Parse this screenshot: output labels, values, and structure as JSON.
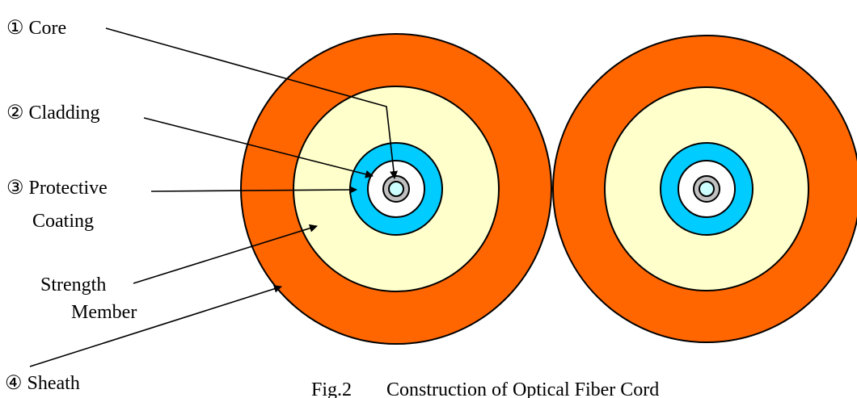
{
  "labels": {
    "core": "① Core",
    "cladding": "② Cladding",
    "protective_line1": "③ Protective",
    "protective_line2": "Coating",
    "strength_line1": "Strength",
    "strength_line2": "Member",
    "sheath": "④ Sheath"
  },
  "caption": {
    "figure_number": "Fig.2",
    "title": "Construction of Optical Fiber Cord"
  },
  "colors": {
    "sheath": "#ff6600",
    "strength_member": "#ffffcc",
    "protective_coating": "#00ccff",
    "cladding": "#ffffff",
    "buffer_ring": "#c0c0c0",
    "core": "#ccffff",
    "outline": "#000000"
  }
}
